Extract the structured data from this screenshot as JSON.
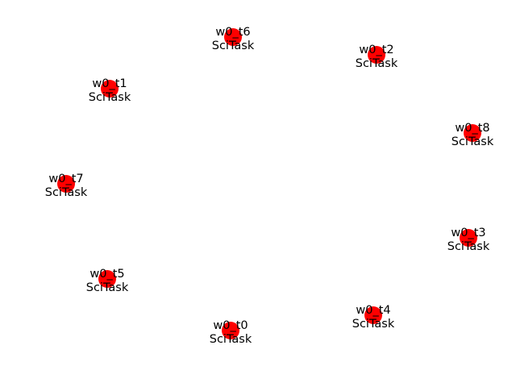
{
  "graph": {
    "node_color": "#ff0000",
    "label_color": "#000000",
    "edges": [],
    "nodes": [
      {
        "id": "w0_t0",
        "name": "w0_t0",
        "type": "SciTask"
      },
      {
        "id": "w0_t1",
        "name": "w0_t1",
        "type": "SciTask"
      },
      {
        "id": "w0_t2",
        "name": "w0_t2",
        "type": "SciTask"
      },
      {
        "id": "w0_t3",
        "name": "w0_t3",
        "type": "SciTask"
      },
      {
        "id": "w0_t4",
        "name": "w0_t4",
        "type": "SciTask"
      },
      {
        "id": "w0_t5",
        "name": "w0_t5",
        "type": "SciTask"
      },
      {
        "id": "w0_t6",
        "name": "w0_t6",
        "type": "SciTask"
      },
      {
        "id": "w0_t7",
        "name": "w0_t7",
        "type": "SciTask"
      },
      {
        "id": "w0_t8",
        "name": "w0_t8",
        "type": "SciTask"
      }
    ]
  }
}
